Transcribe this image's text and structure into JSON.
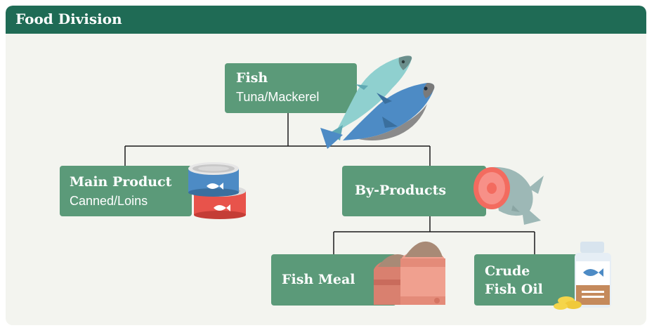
{
  "header": {
    "title": "Food Division"
  },
  "nodes": {
    "fish": {
      "title": "Fish",
      "subtitle": "Tuna/Mackerel"
    },
    "main_product": {
      "title": "Main Product",
      "subtitle": "Canned/Loins"
    },
    "by_products": {
      "title": "By-Products"
    },
    "fish_meal": {
      "title": "Fish Meal"
    },
    "crude_fish_oil": {
      "title_line1": "Crude",
      "title_line2": "Fish Oil"
    }
  },
  "colors": {
    "header": "#1f6b55",
    "panel": "#f3f4ef",
    "node": "#5b9a79",
    "connector": "#1a1a1a"
  },
  "icons": [
    "fish-icon",
    "cans-icon",
    "fish-cut-icon",
    "sacks-icon",
    "oil-bottle-icon"
  ]
}
